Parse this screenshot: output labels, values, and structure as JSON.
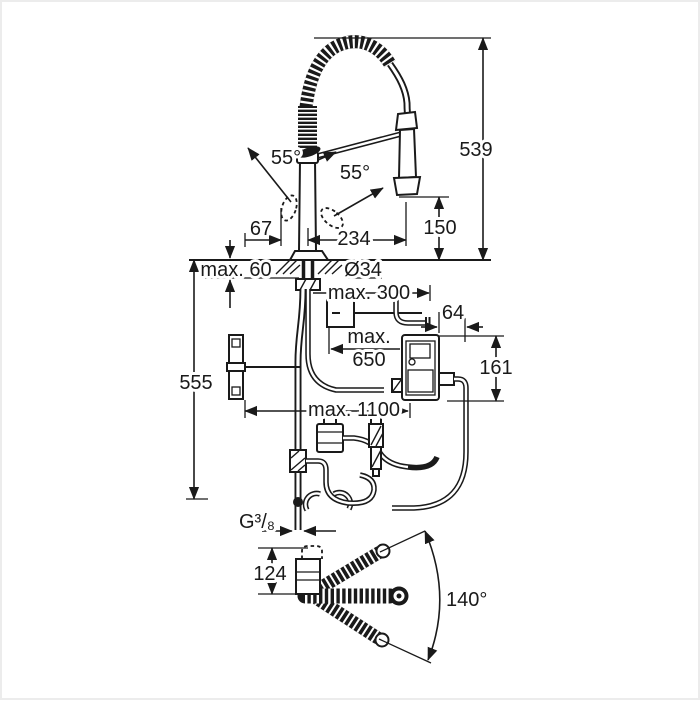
{
  "dims": {
    "total_height": "539",
    "spray_clearance": "150",
    "spout_reach": "234",
    "lever_offset": "67",
    "lever_angle_left": "55°",
    "lever_angle_right": "55°",
    "deck_thickness": "max. 60",
    "hole_diameter": "Ø34",
    "outlet_distance": "max. 300",
    "box_offset": "64",
    "cable_drop_line1": "max.",
    "cable_drop_line2": "650",
    "box_height": "161",
    "under_deck_clearance": "555",
    "hose_pull_out": "max. 1100",
    "thread_size": "G³/₈",
    "plan_base_height": "124",
    "swivel_angle": "140°"
  }
}
